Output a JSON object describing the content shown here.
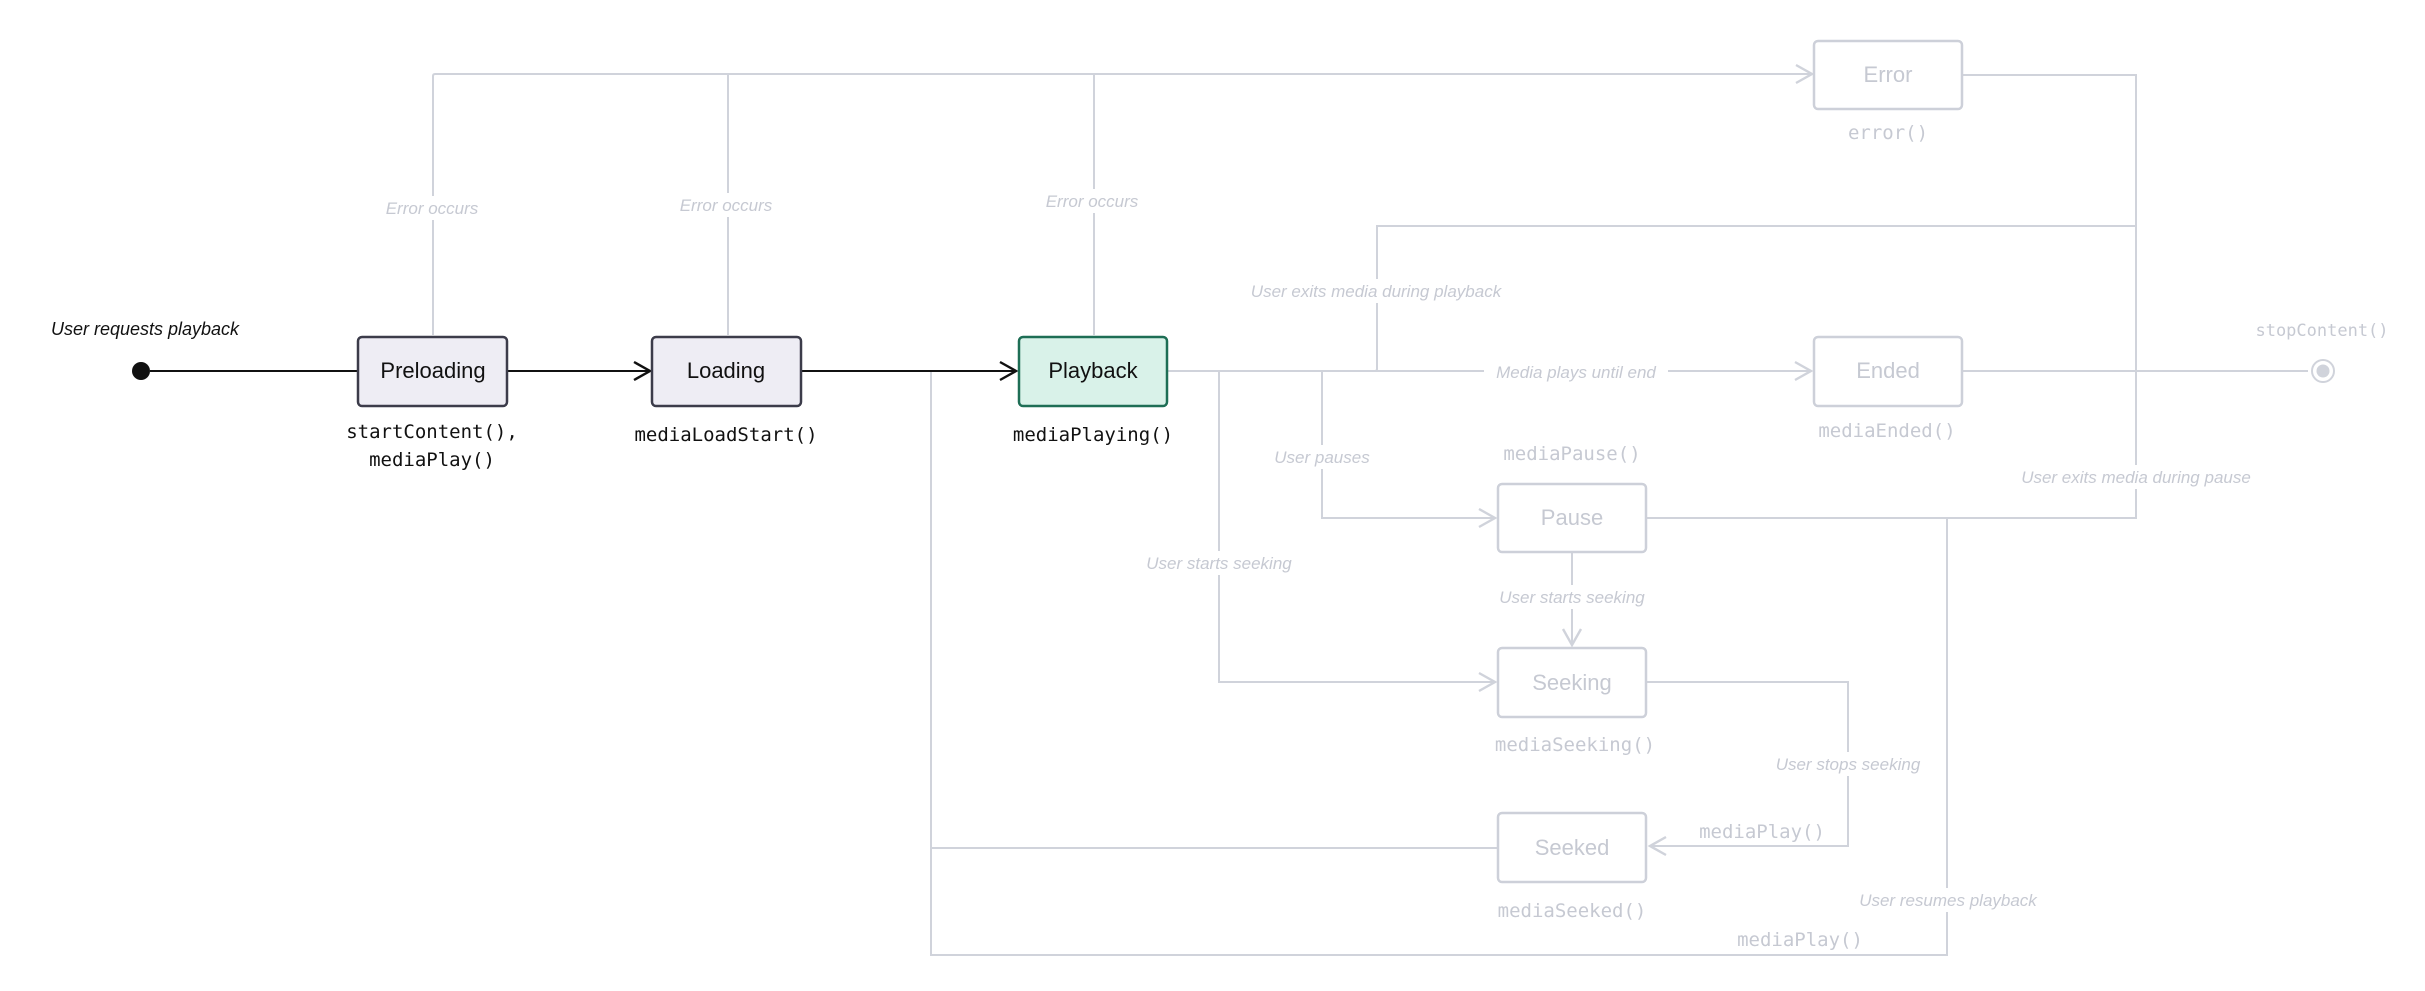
{
  "diagram": {
    "colors": {
      "active_stroke": "#3c3c4a",
      "active_fill": "#eeedf4",
      "current_stroke": "#1e6e55",
      "current_fill": "#d9f2e9",
      "inactive_stroke": "#cdd0d9",
      "inactive_text": "#c6c9d2",
      "active_text": "#111111",
      "line_active": "#111111",
      "line_inactive": "#d0d3db"
    },
    "start_label": "User requests playback",
    "end_label": "stopContent()",
    "states": {
      "preloading": {
        "label": "Preloading",
        "callback_line1": "startContent(),",
        "callback_line2": "mediaPlay()",
        "status": "visited"
      },
      "loading": {
        "label": "Loading",
        "callback_line1": "mediaLoadStart()",
        "status": "visited"
      },
      "playback": {
        "label": "Playback",
        "callback_line1": "mediaPlaying()",
        "status": "current"
      },
      "error": {
        "label": "Error",
        "callback_line1": "error()",
        "status": "inactive"
      },
      "ended": {
        "label": "Ended",
        "callback_line1": "mediaEnded()",
        "status": "inactive"
      },
      "pause": {
        "label": "Pause",
        "callback_above": "mediaPause()",
        "status": "inactive"
      },
      "seeking": {
        "label": "Seeking",
        "callback_line1": "mediaSeeking()",
        "status": "inactive"
      },
      "seeked": {
        "label": "Seeked",
        "callback_line1": "mediaSeeked()",
        "status": "inactive"
      }
    },
    "transitions": {
      "error_from_preloading": "Error occurs",
      "error_from_loading": "Error occurs",
      "error_from_playback": "Error occurs",
      "exit_during_playback": "User exits media during playback",
      "plays_until_end": "Media plays until end",
      "user_pauses": "User pauses",
      "exit_during_pause": "User exits media during pause",
      "starts_seeking_from_playback": "User starts seeking",
      "starts_seeking_from_pause": "User starts seeking",
      "stops_seeking": "User stops seeking",
      "stops_seeking_callback": "mediaPlay()",
      "resumes_playback": "User resumes playback",
      "resumes_playback_callback": "mediaPlay()"
    }
  }
}
